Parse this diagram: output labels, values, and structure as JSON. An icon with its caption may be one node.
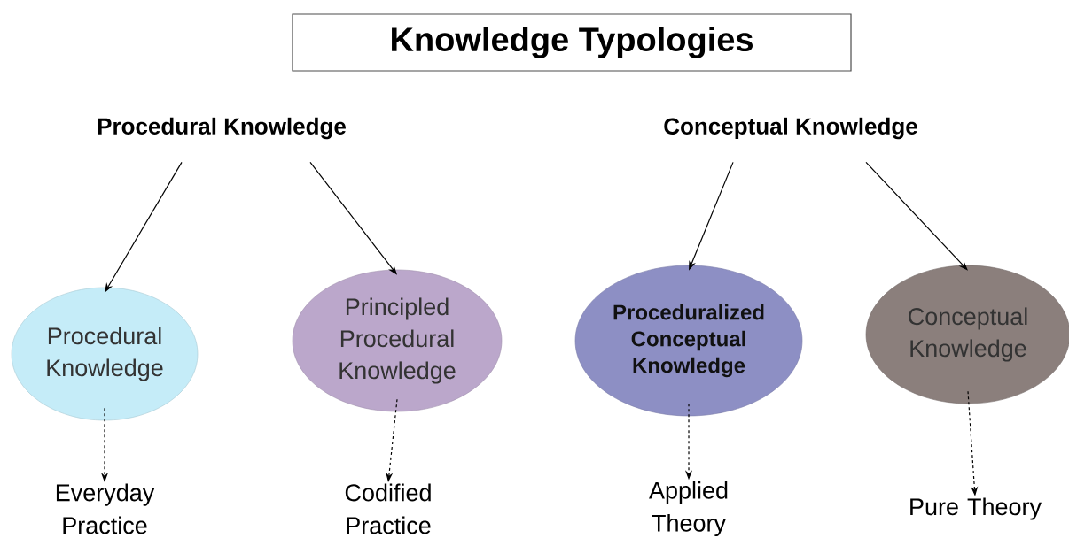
{
  "diagram": {
    "title": "Knowledge Typologies",
    "nodes": [
      {
        "text": [
          "Procedural Knowledge"
        ]
      },
      {
        "text": [
          "Conceptual Knowledge"
        ]
      },
      {
        "text": [
          "Procedural Knowledge"
        ]
      },
      {
        "text": [
          "Principled Procedural Knowledge"
        ]
      },
      {
        "text": [
          "Proceduralized Conceptual Knowledge"
        ]
      },
      {
        "text": [
          "Conceptual Knowledge"
        ]
      },
      {
        "text": [
          "Everyday Practice"
        ]
      },
      {
        "text": [
          "Codified Practice"
        ]
      },
      {
        "text": [
          "Applied Theory"
        ]
      },
      {
        "text": [
          "Pure Theory"
        ]
      }
    ],
    "edges": [
      {
        "from": 0,
        "to": 2,
        "arrow": "to"
      },
      {
        "from": 0,
        "to": 3,
        "arrow": "to"
      },
      {
        "from": 1,
        "to": 4,
        "arrow": "to"
      },
      {
        "from": 1,
        "to": 5,
        "arrow": "to"
      },
      {
        "from": 2,
        "to": 6,
        "arrow": "to",
        "style": "dashed"
      },
      {
        "from": 3,
        "to": 7,
        "arrow": "to",
        "style": "dashed"
      },
      {
        "from": 4,
        "to": 8,
        "arrow": "to",
        "style": "dashed"
      },
      {
        "from": 5,
        "to": 9,
        "arrow": "to",
        "style": "dashed"
      }
    ]
  }
}
